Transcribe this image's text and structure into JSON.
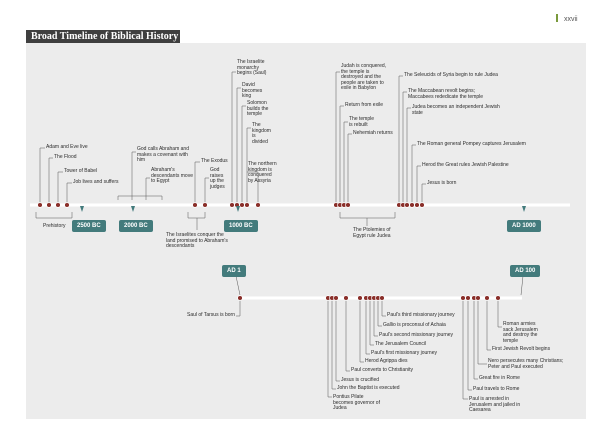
{
  "page": {
    "number": "xxvii",
    "title": "Broad Timeline of Biblical History"
  },
  "era_markers": {
    "bc2500": "2500 BC",
    "bc2000": "2000 BC",
    "bc1000": "1000 BC",
    "ad1000": "AD 1000",
    "ad1": "AD 1",
    "ad100": "AD 100"
  },
  "upper_events": {
    "adam_eve": "Adam and Eve live",
    "flood": "The Flood",
    "babel": "Tower of Babel",
    "job": "Job lives and suffers",
    "prehistory": "Prehistory",
    "abraham_call": "God calls Abraham and makes a covenant with him",
    "abraham_egypt": "Abraham's descendants move to Egypt",
    "exodus": "The Exodus",
    "judges": "God raises up the judges",
    "conquer": "The Israelites conquer the land promised to Abraham's descendants",
    "monarchy": "The Israelite monarchy begins (Saul)",
    "david": "David becomes king",
    "solomon": "Solomon builds the temple",
    "divided": "The kingdom is divided",
    "assyria": "The northern kingdom is conquered by Assyria",
    "judah_conquered": "Judah is conquered, the temple is destroyed and the people are taken to exile in Babylon",
    "return": "Return from exile",
    "rebuilt": "The temple is rebuilt",
    "nehemiah": "Nehemiah returns",
    "ptolemies": "The Ptolemies of Egypt rule Judea",
    "seleucids": "The Seleucids of Syria begin to rule Judea",
    "maccabean": "The Maccabean revolt begins; Maccabees rededicate the temple",
    "independent": "Judea becomes an independent Jewish state",
    "pompey": "The Roman general Pompey captures Jerusalem",
    "herod": "Herod the Great rules Jewish Palestine",
    "jesus_born": "Jesus is born"
  },
  "lower_events": {
    "saul_tarsus": "Saul of Tarsus is born",
    "third_journey": "Paul's third missionary journey",
    "gallio": "Gallio is proconsul of Achaia",
    "second_journey": "Paul's second missionary journey",
    "council": "The Jerusalem Council",
    "first_journey": "Paul's first missionary journey",
    "agrippa": "Herod Agrippa dies",
    "paul_converts": "Paul converts to Christianity",
    "jesus_crucified": "Jesus is crucified",
    "john_baptist": "John the Baptist is executed",
    "pilate": "Pontius Pilate becomes governor of Judea",
    "roman_armies": "Roman armies sack Jerusalem and destroy the temple",
    "jewish_revolt": "First Jewish Revolt begins",
    "nero": "Nero persecutes many Christians; Peter and Paul executed",
    "great_fire": "Great fire in Rome",
    "paul_rome": "Paul travels to Rome",
    "paul_arrested": "Paul is arrested in Jerusalem and jailed in Caesarea"
  },
  "colors": {
    "title_bg": "#3f3f3f",
    "badge": "#437b7c",
    "dot": "#8a2f2a",
    "line": "#ffffff",
    "panel": "#ececec",
    "accent": "#7a9a3c"
  }
}
